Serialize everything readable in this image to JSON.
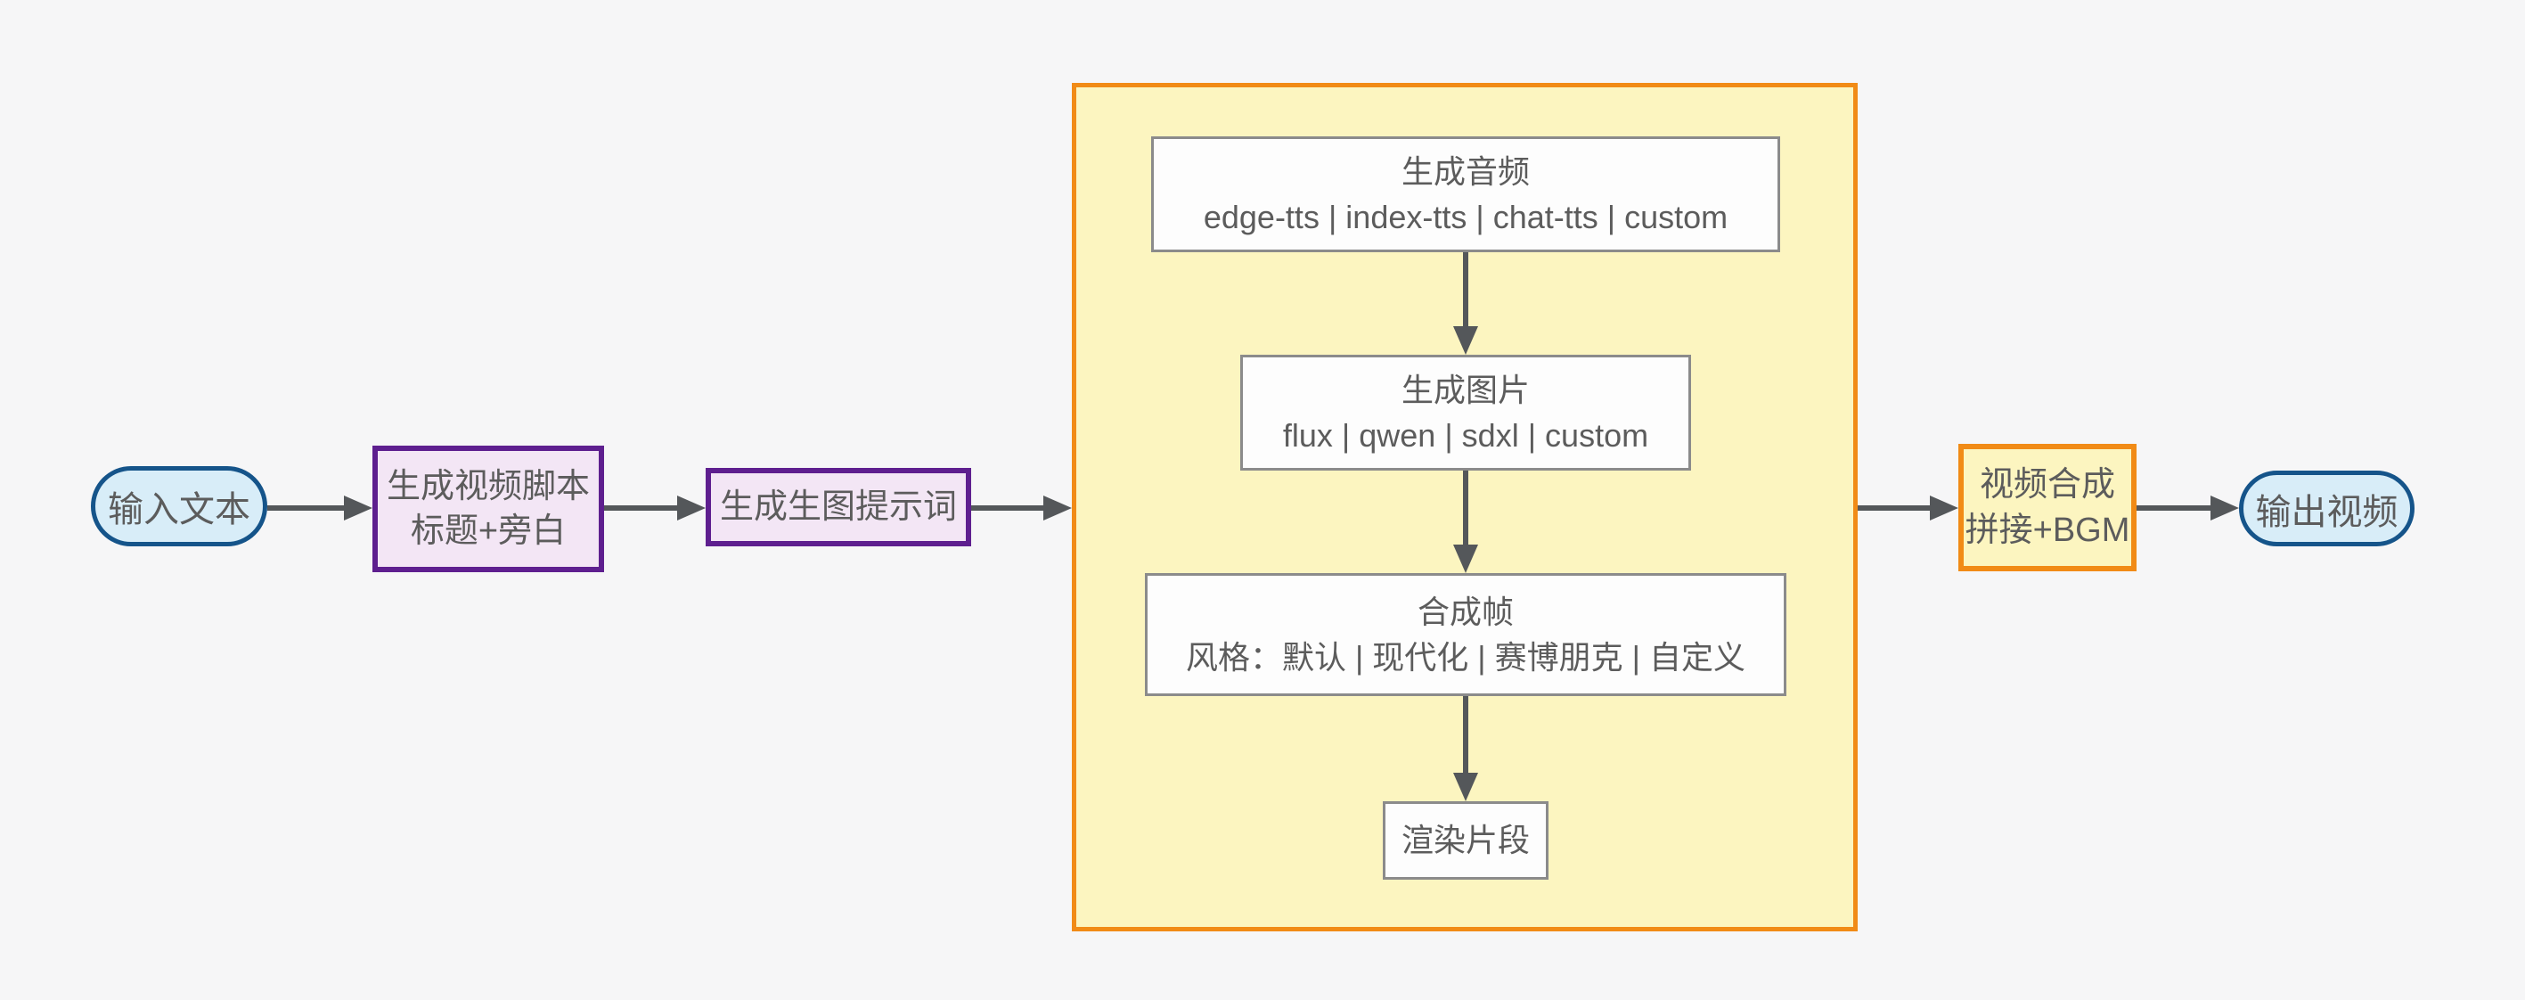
{
  "nodes": {
    "input": {
      "label": "输入文本"
    },
    "script": {
      "line1": "生成视频脚本",
      "line2": "标题+旁白"
    },
    "prompt": {
      "label": "生成生图提示词"
    },
    "audio": {
      "title": "生成音频",
      "options": "edge-tts | index-tts | chat-tts | custom"
    },
    "image": {
      "title": "生成图片",
      "options": "flux | qwen | sdxl | custom"
    },
    "frame": {
      "title": "合成帧",
      "options": "风格：默认 | 现代化 | 赛博朋克 | 自定义"
    },
    "render": {
      "label": "渲染片段"
    },
    "compose": {
      "line1": "视频合成",
      "line2": "拼接+BGM"
    },
    "output": {
      "label": "输出视频"
    }
  },
  "colors": {
    "background": "#f6f6f7",
    "arrow": "#54575a",
    "text": "#5c5c5c",
    "terminal_border": "#15548a",
    "terminal_fill": "#d8edf8",
    "process_border": "#5e1f8f",
    "process_fill": "#f3e6f5",
    "group_border": "#f18b16",
    "group_fill": "#fcf5c0",
    "step_border": "#8b8b8b",
    "step_fill": "#fdfdfd"
  }
}
